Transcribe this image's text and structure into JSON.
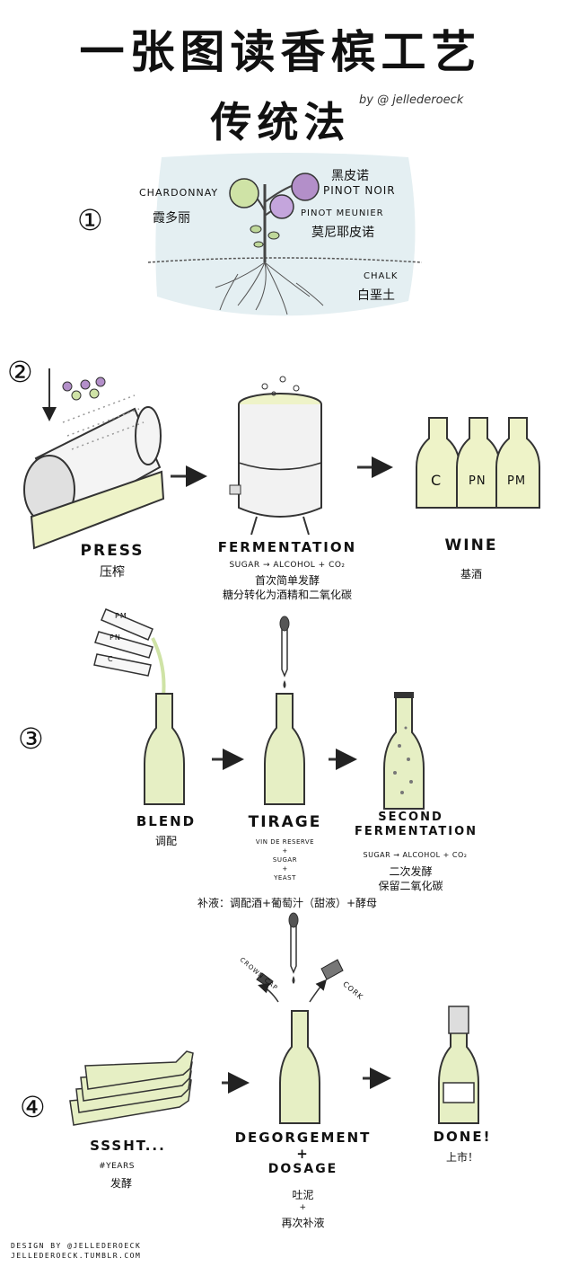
{
  "title": "一张图读香槟工艺",
  "subtitle": "传统法",
  "byline": "by @ jellederoeck",
  "step1": {
    "number": "①",
    "chardonnay_en": "CHARDONNAY",
    "chardonnay_cn": "霞多丽",
    "pinot_noir_cn": "黑皮诺",
    "pinot_noir_en": "PINOT NOIR",
    "pinot_meunier_en": "PINOT MEUNIER",
    "pinot_meunier_cn": "莫尼耶皮诺",
    "chalk_en": "CHALK",
    "chalk_cn": "白垩土"
  },
  "step2": {
    "number": "②",
    "press_en": "PRESS",
    "press_cn": "压榨",
    "fermentation_en": "FERMENTATION",
    "fermentation_formula": "SUGAR → ALCOHOL + CO₂",
    "fermentation_cn1": "首次简单发酵",
    "fermentation_cn2": "糖分转化为酒精和二氧化碳",
    "wine_en": "WINE",
    "wine_cn": "基酒",
    "bottle_c": "C",
    "bottle_pn": "PN",
    "bottle_pm": "PM"
  },
  "step3": {
    "number": "③",
    "pour_pm": "PM",
    "pour_pn": "PN",
    "pour_c": "C",
    "blend_en": "BLEND",
    "blend_cn": "调配",
    "tirage_en": "TIRAGE",
    "tirage_line1": "VIN DE RESERVE",
    "tirage_plus1": "+",
    "tirage_line2": "SUGAR",
    "tirage_plus2": "+",
    "tirage_line3": "YEAST",
    "second_en1": "SECOND",
    "second_en2": "FERMENTATION",
    "second_formula": "SUGAR → ALCOHOL + CO₂",
    "second_cn1": "二次发酵",
    "second_cn2": "保留二氧化碳",
    "supplement_cn": "补液：调配酒+葡萄汁（甜液）+酵母"
  },
  "step4": {
    "number": "④",
    "crown_cap": "CROWN CAP",
    "cork": "CORK",
    "sssht_en": "SSSHT...",
    "years_en": "#YEARS",
    "sssht_cn": "发酵",
    "degorgement_en": "DEGORGEMENT",
    "plus": "+",
    "dosage_en": "DOSAGE",
    "degorgement_cn1": "吐泥",
    "degorgement_plus": "+",
    "degorgement_cn2": "再次补液",
    "done_en": "DONE!",
    "done_cn": "上市！"
  },
  "footer": {
    "line1": "DESIGN BY @JELLEDEROECK",
    "line2": "JELLEDEROECK.TUMBLR.COM"
  },
  "colors": {
    "wine_green": "#e6efc4",
    "grape_purple": "#b79ad0",
    "leaf_green": "#cfe3a6",
    "soil_blue": "#e4eff2",
    "ink": "#222222"
  }
}
